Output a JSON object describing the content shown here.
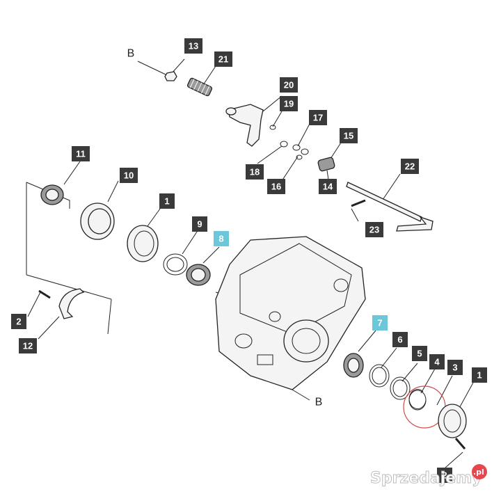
{
  "diagram": {
    "callouts": [
      {
        "id": "c13",
        "label": "13",
        "highlight": false
      },
      {
        "id": "c21",
        "label": "21",
        "highlight": false
      },
      {
        "id": "c20",
        "label": "20",
        "highlight": false
      },
      {
        "id": "c19",
        "label": "19",
        "highlight": false
      },
      {
        "id": "c17",
        "label": "17",
        "highlight": false
      },
      {
        "id": "c15",
        "label": "15",
        "highlight": false
      },
      {
        "id": "c22",
        "label": "22",
        "highlight": false
      },
      {
        "id": "c18",
        "label": "18",
        "highlight": false
      },
      {
        "id": "c16",
        "label": "16",
        "highlight": false
      },
      {
        "id": "c14",
        "label": "14",
        "highlight": false
      },
      {
        "id": "c11",
        "label": "11",
        "highlight": false
      },
      {
        "id": "c10",
        "label": "10",
        "highlight": false
      },
      {
        "id": "c1a",
        "label": "1",
        "highlight": false
      },
      {
        "id": "c9",
        "label": "9",
        "highlight": false
      },
      {
        "id": "c8",
        "label": "8",
        "highlight": true
      },
      {
        "id": "c23",
        "label": "23",
        "highlight": false
      },
      {
        "id": "c2a",
        "label": "2",
        "highlight": false
      },
      {
        "id": "c12",
        "label": "12",
        "highlight": false
      },
      {
        "id": "c7",
        "label": "7",
        "highlight": true
      },
      {
        "id": "c6",
        "label": "6",
        "highlight": false
      },
      {
        "id": "c5",
        "label": "5",
        "highlight": false
      },
      {
        "id": "c4",
        "label": "4",
        "highlight": false
      },
      {
        "id": "c3",
        "label": "3",
        "highlight": false
      },
      {
        "id": "c1b",
        "label": "1",
        "highlight": false
      },
      {
        "id": "c2b",
        "label": "2",
        "highlight": false
      }
    ],
    "reference_letters": {
      "top": "B",
      "bottom": "B"
    }
  },
  "watermark": {
    "text": "Sprzedajemy",
    "suffix": ".pl",
    "badge_color": "#e8454c"
  }
}
